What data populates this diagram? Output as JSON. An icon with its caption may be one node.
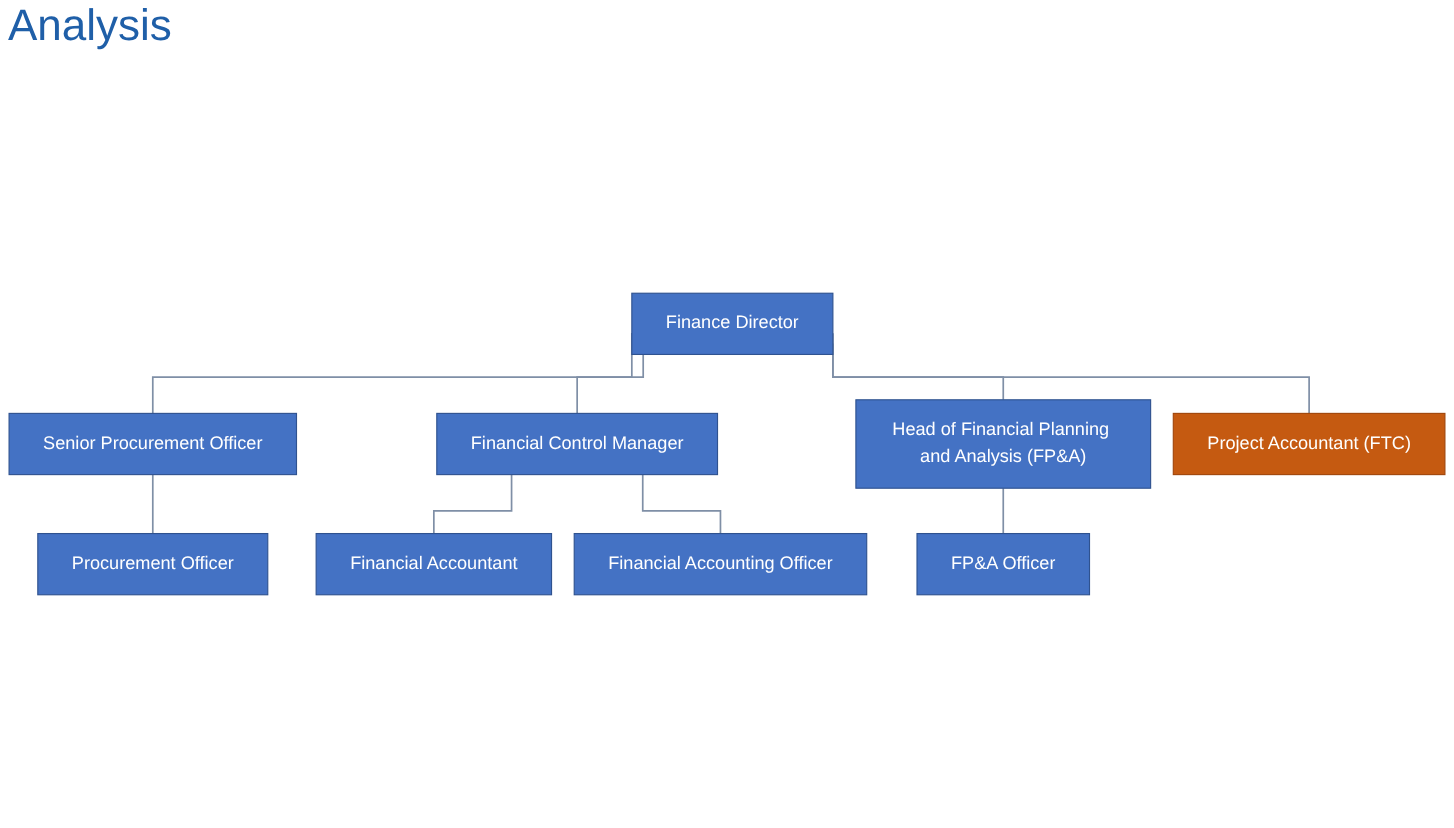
{
  "diagram": {
    "title": "Analysis",
    "nodes": [
      {
        "text": [
          "Finance Director"
        ]
      },
      {
        "text": [
          "Senior Procurement Officer"
        ]
      },
      {
        "text": [
          "Financial Control Manager"
        ]
      },
      {
        "text": [
          "Head of Financial Planning and Analysis (FP&A)"
        ]
      },
      {
        "text": [
          "Project Accountant (FTC)"
        ]
      },
      {
        "text": [
          "Procurement Officer"
        ]
      },
      {
        "text": [
          "Financial Accountant"
        ]
      },
      {
        "text": [
          "Financial Accounting Officer"
        ]
      },
      {
        "text": [
          "FP&A Officer"
        ]
      }
    ],
    "edges": [
      {
        "from": 0,
        "to": 1,
        "arrow": "none"
      },
      {
        "from": 0,
        "to": 2,
        "arrow": "none"
      },
      {
        "from": 0,
        "to": 3,
        "arrow": "none"
      },
      {
        "from": 0,
        "to": 4,
        "arrow": "none"
      },
      {
        "from": 1,
        "to": 5,
        "arrow": "none"
      },
      {
        "from": 2,
        "to": 6,
        "arrow": "none"
      },
      {
        "from": 2,
        "to": 7,
        "arrow": "none"
      },
      {
        "from": 3,
        "to": 8,
        "arrow": "none"
      }
    ]
  }
}
